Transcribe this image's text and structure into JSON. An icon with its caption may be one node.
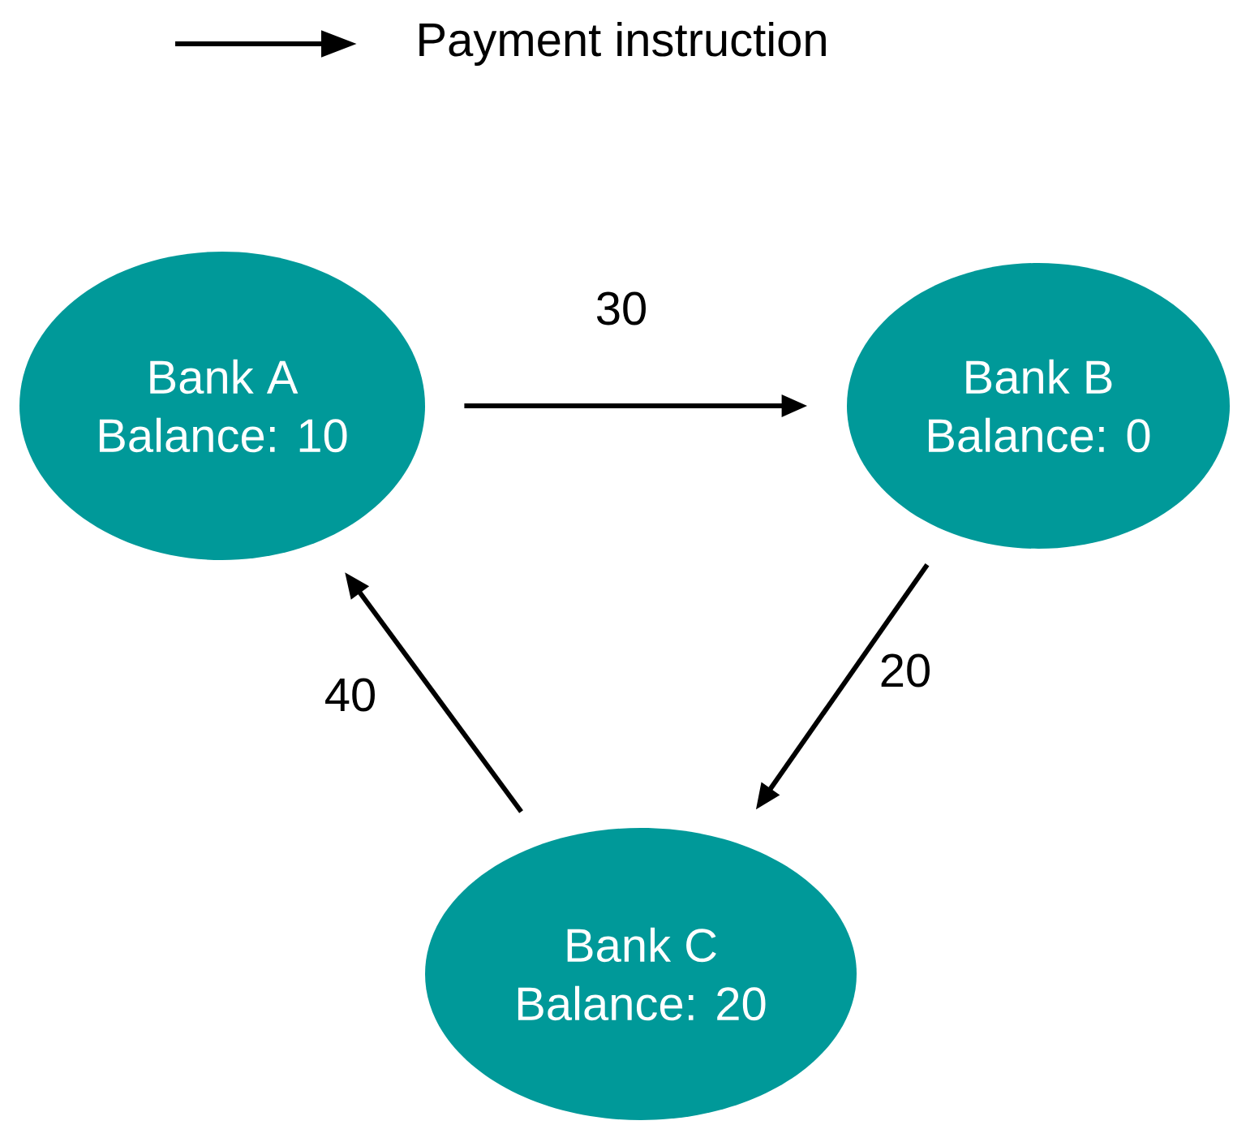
{
  "diagram": {
    "nodes": [
      {
        "text": [
          "Bank A",
          "Balance: 10"
        ]
      },
      {
        "text": [
          "Bank B",
          "Balance: 0"
        ]
      },
      {
        "text": [
          "Bank C",
          "Balance: 20"
        ]
      }
    ],
    "edges": [
      {
        "from": 0,
        "to": 1,
        "arrow": "to",
        "label": "30"
      },
      {
        "from": 1,
        "to": 2,
        "arrow": "to",
        "label": "20"
      },
      {
        "from": 2,
        "to": 0,
        "arrow": "to",
        "label": "40"
      }
    ],
    "legend": [
      {
        "text": "Payment instruction"
      }
    ]
  }
}
